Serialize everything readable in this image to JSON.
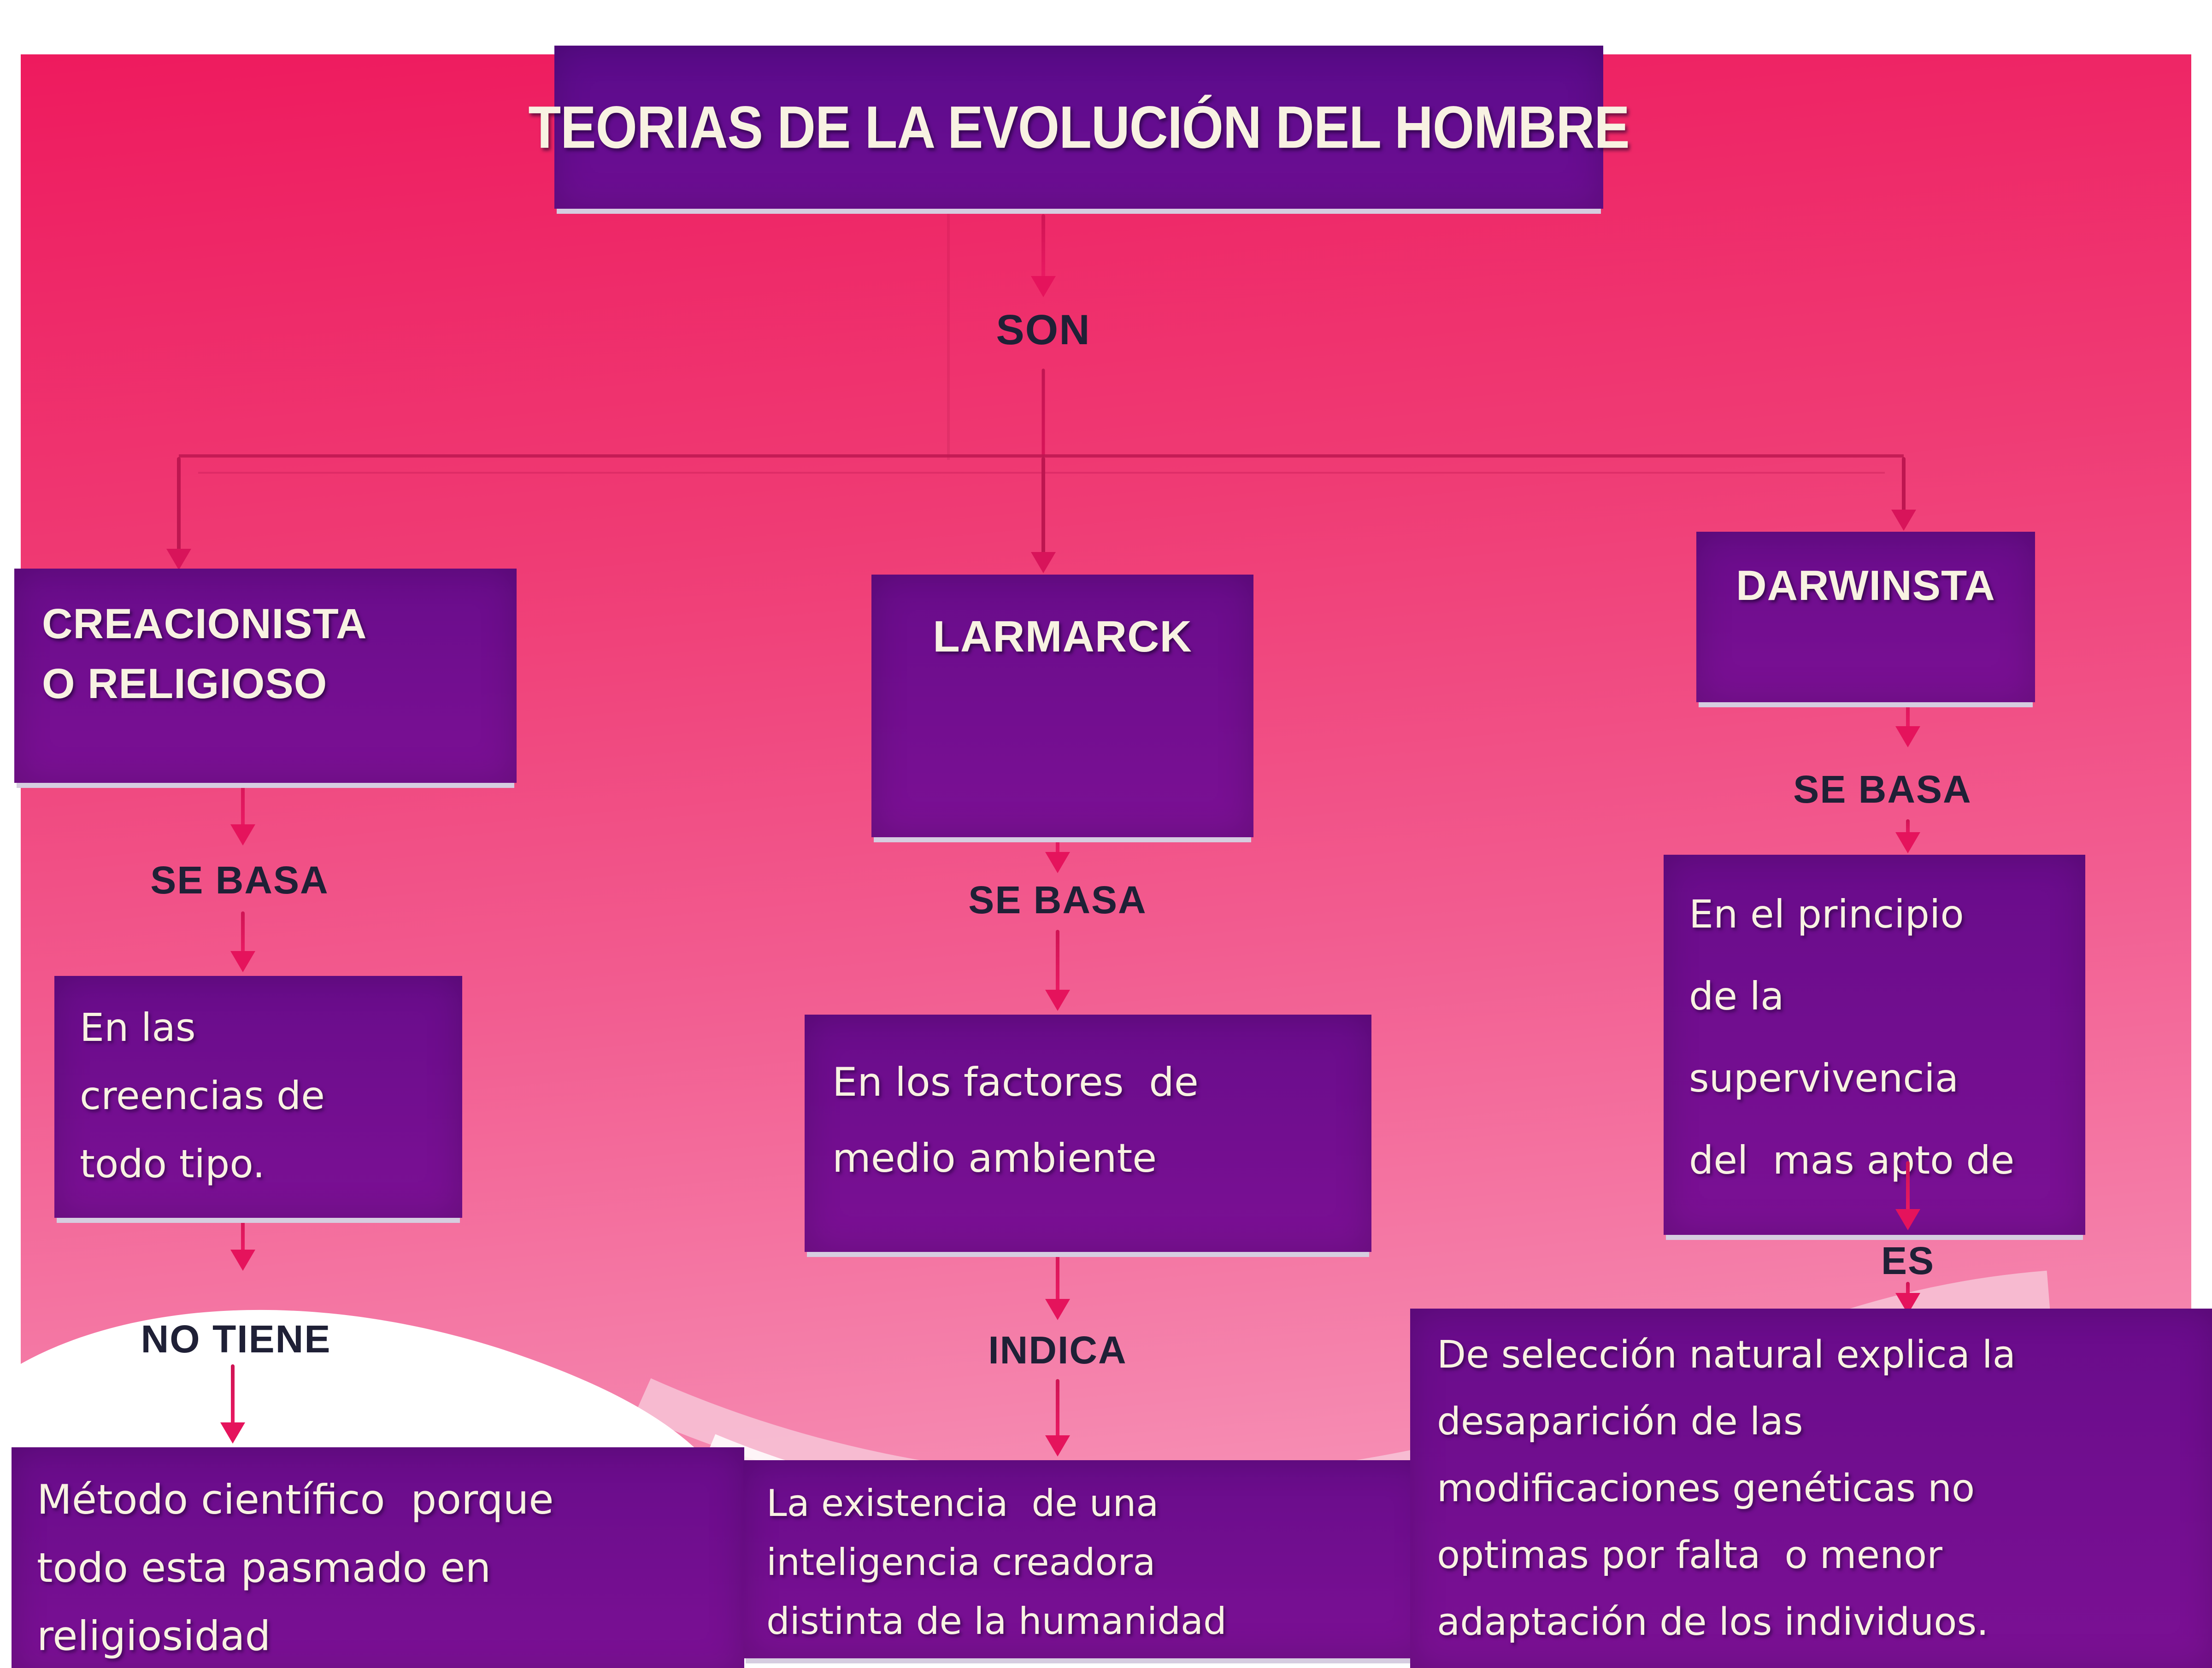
{
  "diagram": {
    "title": "TEORIAS DE LA EVOLUCIÓN DEL HOMBRE",
    "root_label": "SON",
    "columns": [
      {
        "name": "creacionista",
        "header_lines": [
          "CREACIONISTA",
          "O RELIGIOSO"
        ],
        "connector1": "SE BASA",
        "basis_lines": [
          "En las",
          "creencias de",
          "todo tipo."
        ],
        "connector2": "NO TIENE",
        "detail_lines": [
          "Método científico  porque",
          "todo esta pasmado en",
          "religiosidad"
        ]
      },
      {
        "name": "lamarck",
        "header_lines": [
          "LARMARCK"
        ],
        "connector1": "SE BASA",
        "basis_lines": [
          "En los factores  de",
          "medio ambiente"
        ],
        "connector2": "INDICA",
        "detail_lines": [
          "La existencia  de una",
          "inteligencia creadora",
          "distinta de la humanidad"
        ]
      },
      {
        "name": "darwinista",
        "header_lines": [
          "DARWINSTA"
        ],
        "connector1": "SE BASA",
        "basis_lines": [
          "En el principio",
          "de la",
          "supervivencia",
          "del  mas apto de"
        ],
        "connector2": "ES",
        "detail_lines": [
          "De selección natural explica la",
          "desaparición de las",
          "modificaciones genéticas no",
          "optimas por falta  o menor",
          "adaptación de los individuos."
        ]
      }
    ],
    "colors": {
      "background_pink": "#ee1a5e",
      "background_pink_light": "#f9a9c6",
      "box_purple": "#6e0e8f",
      "box_text": "#f8f2e2",
      "arrow_pink": "#e5135c",
      "rail_maroon": "#bd1650",
      "label_dark": "#1f2036",
      "wave_white": "#ffffff",
      "ribbon_pink": "#f8c8da"
    }
  }
}
